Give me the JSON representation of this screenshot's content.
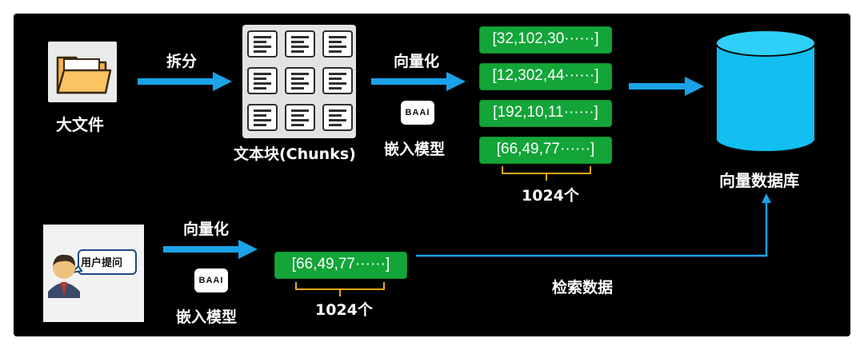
{
  "labels": {
    "big_file": "大文件",
    "split": "拆分",
    "chunks": "文本块(Chunks)",
    "vectorize_top": "向量化",
    "embed_model_top": "嵌入模型",
    "vector_db": "向量数据库",
    "vectorize_bottom": "向量化",
    "embed_model_bottom": "嵌入模型",
    "retrieve": "检索数据",
    "user_question": "用户提问",
    "baai_logo": "BAAI"
  },
  "vectors": {
    "top": [
      "[32,102,30······]",
      "[12,302,44······]",
      "[192,10,11······]",
      "[66,49,77······]"
    ],
    "top_dim": "1024个",
    "query": "[66,49,77······]",
    "query_dim": "1024个"
  },
  "colors": {
    "background": "#000000",
    "arrow": "#1aa3e8",
    "vector_box": "#13a538",
    "brace": "#e8a817",
    "database": "#12bff0"
  },
  "icons": [
    "folder-icon",
    "document-grid-icon",
    "baai-logo",
    "database-icon",
    "user-question-icon"
  ]
}
